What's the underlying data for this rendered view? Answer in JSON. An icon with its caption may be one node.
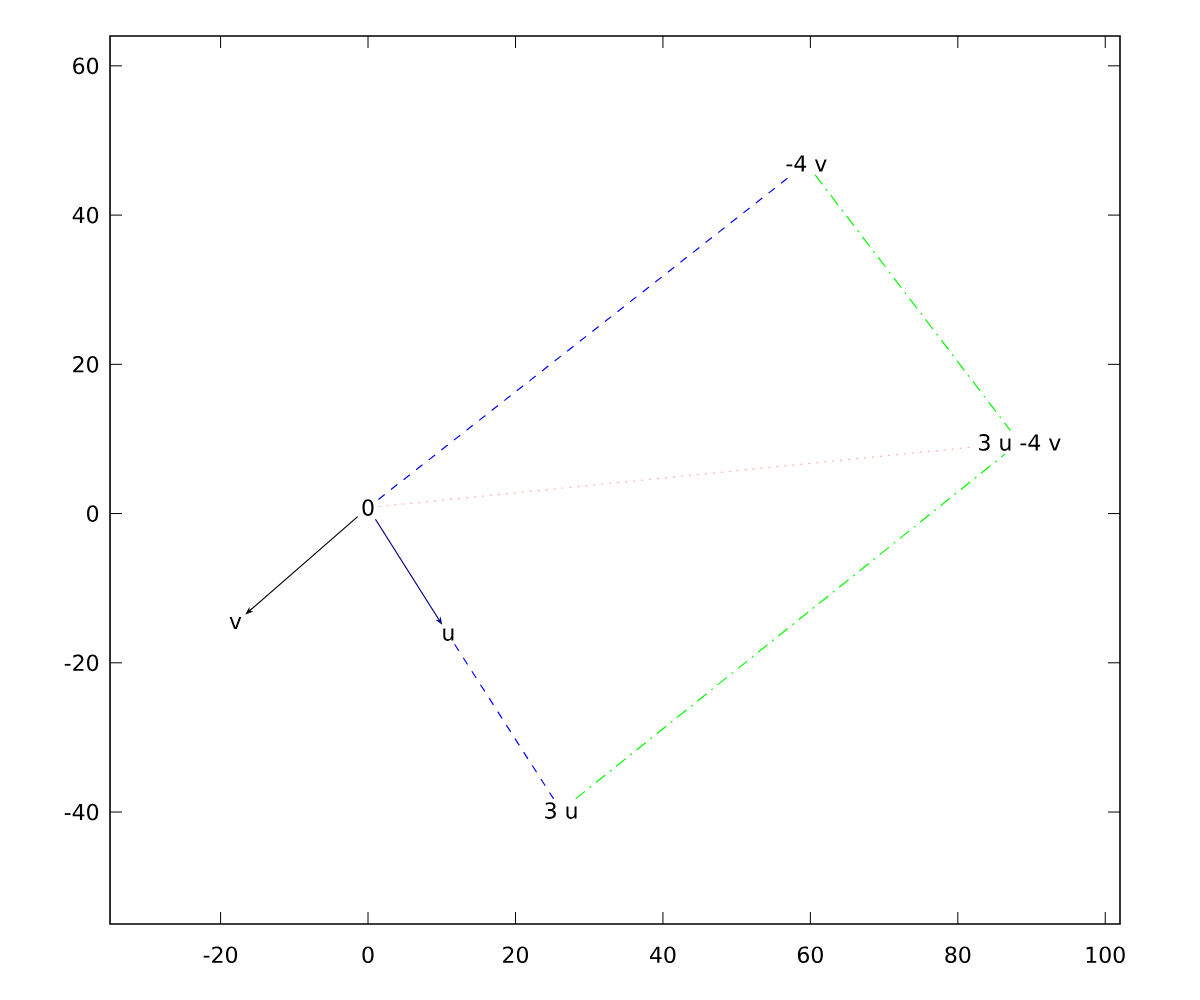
{
  "diagram": {
    "nodes": [
      {
        "text": [
          "0"
        ]
      },
      {
        "text": [
          "u"
        ]
      },
      {
        "text": [
          "v"
        ]
      },
      {
        "text": [
          "3 u"
        ]
      },
      {
        "text": [
          "-4 v"
        ]
      },
      {
        "text": [
          "3 u -4 v"
        ]
      }
    ],
    "edges": [
      {
        "from": 0,
        "to": 1,
        "arrow": "to",
        "color": "#000080"
      },
      {
        "from": 0,
        "to": 2,
        "arrow": "to",
        "color": "#000000"
      },
      {
        "from": 0,
        "to": 4,
        "arrow": "none",
        "style": "dashed",
        "color": "#0000ff"
      },
      {
        "from": 1,
        "to": 3,
        "arrow": "none",
        "style": "dashed",
        "color": "#0000ff"
      },
      {
        "from": 4,
        "to": 5,
        "arrow": "none",
        "style": "dashed",
        "color": "#00ff00"
      },
      {
        "from": 3,
        "to": 5,
        "arrow": "none",
        "style": "dashed",
        "color": "#00ff00"
      },
      {
        "from": 0,
        "to": 5,
        "arrow": "none",
        "style": "dashed",
        "color": "#ffb0b0"
      }
    ],
    "chart_data": {
      "type": "line",
      "xlim": [
        -35,
        102
      ],
      "ylim": [
        -55,
        64
      ],
      "xticks": [
        -20,
        0,
        20,
        40,
        60,
        80,
        100
      ],
      "yticks": [
        -40,
        -20,
        0,
        20,
        40,
        60
      ]
    }
  }
}
